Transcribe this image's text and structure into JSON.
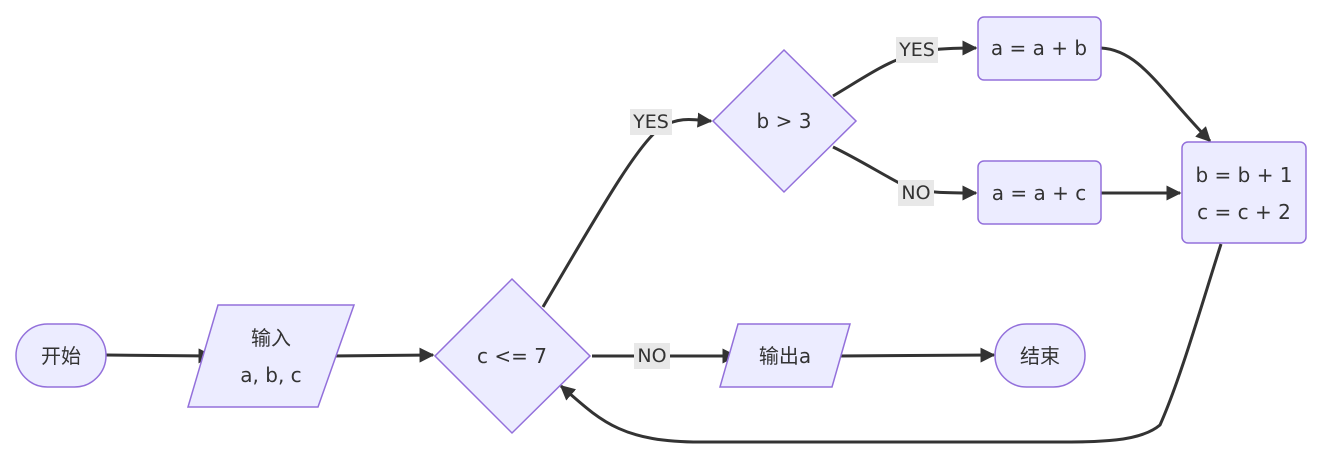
{
  "nodes": {
    "start": "开始",
    "input_line1": "输入",
    "input_line2": "a, b, c",
    "cond_c": "c <= 7",
    "cond_b": "b > 3",
    "assign_ab": "a = a + b",
    "assign_ac": "a = a + c",
    "update_line1": "b = b + 1",
    "update_line2": "c = c + 2",
    "output": "输出a",
    "end": "结束"
  },
  "edge_labels": {
    "c_yes": "YES",
    "c_no": "NO",
    "b_yes": "YES",
    "b_no": "NO"
  },
  "colors": {
    "node_fill": "#ECECFF",
    "node_stroke": "#9370DB",
    "edge": "#333333",
    "label_bg": "#e8e8e8"
  }
}
